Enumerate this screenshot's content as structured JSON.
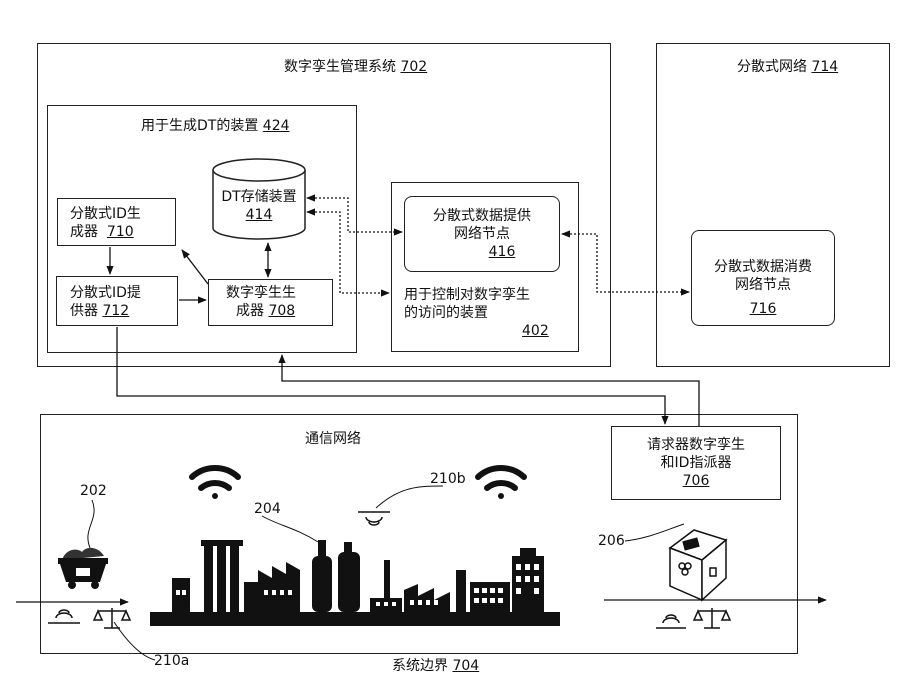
{
  "dtms": {
    "label": "数字孪生管理系统",
    "ref": "702"
  },
  "network": {
    "label": "分散式网络",
    "ref": "714"
  },
  "gen_device": {
    "label": "用于生成DT的装置",
    "ref": "424"
  },
  "dt_storage": {
    "line1": "DT存储装置",
    "ref": "414"
  },
  "id_generator": {
    "line1": "分散式ID生",
    "line2": "成器",
    "ref": "710"
  },
  "id_provider": {
    "line1": "分散式ID提",
    "line2": "供器",
    "ref": "712"
  },
  "twin_generator": {
    "line1": "数字孪生生",
    "line2": "成器",
    "ref": "708"
  },
  "access_device": {
    "line1": "用于控制对数字孪生",
    "line2": "的访问的装置",
    "ref": "402"
  },
  "provider_node": {
    "line1": "分散式数据提供",
    "line2": "网络节点",
    "ref": "416"
  },
  "consumer_node": {
    "line1": "分散式数据消费",
    "line2": "网络节点",
    "ref": "716"
  },
  "comm_network": {
    "label": "通信网络"
  },
  "requester": {
    "line1": "请求器数字孪生",
    "line2": "和ID指派器",
    "ref": "706"
  },
  "boundary": {
    "label": "系统边界",
    "ref": "704"
  },
  "refs": {
    "cart": "202",
    "factory": "204",
    "sensor_top": "210b",
    "sensor_bottom": "210a",
    "package": "206"
  }
}
